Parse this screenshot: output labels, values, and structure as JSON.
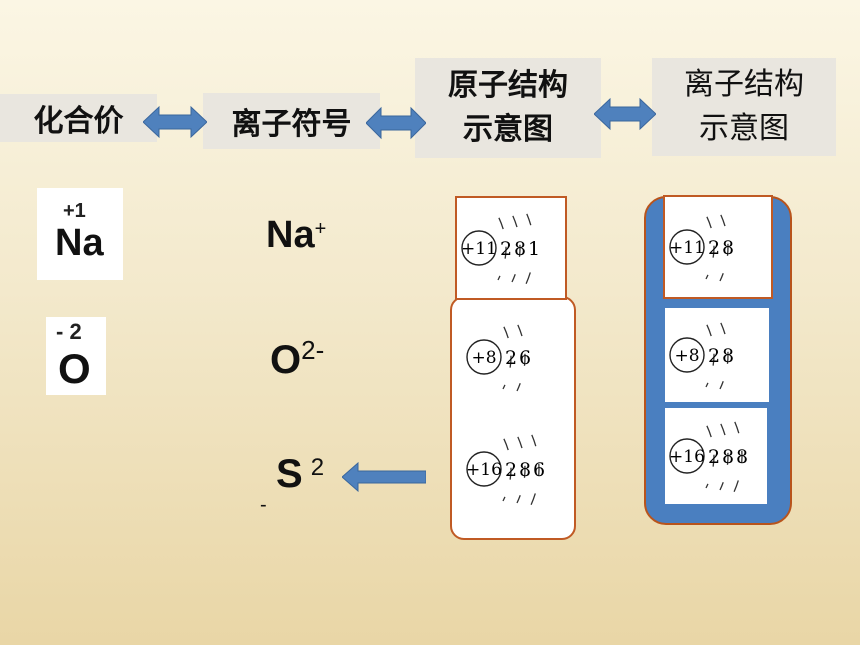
{
  "headers": {
    "valence": "化合价",
    "ion_symbol": "离子符号",
    "atom_structure": [
      "原子结构",
      "示意图"
    ],
    "ion_structure": [
      "离子结构",
      "示意图"
    ]
  },
  "valence": [
    {
      "charge": "+1",
      "element": "Na"
    },
    {
      "charge": "- 2",
      "element": "O"
    }
  ],
  "ions": [
    {
      "symbol": "Na",
      "charge": "+"
    },
    {
      "symbol": "O",
      "charge": "2-"
    },
    {
      "symbol": "S",
      "charge": "2",
      "minus": "-"
    }
  ],
  "atom_diagrams": [
    {
      "nucleus": "+11",
      "shells": [
        "2",
        "8",
        "1"
      ]
    },
    {
      "nucleus": "+8",
      "shells": [
        "2",
        "6"
      ]
    },
    {
      "nucleus": "+16",
      "shells": [
        "2",
        "8",
        "6"
      ]
    }
  ],
  "ion_diagrams": [
    {
      "nucleus": "+11",
      "shells": [
        "2",
        "8"
      ]
    },
    {
      "nucleus": "+8",
      "shells": [
        "2",
        "8"
      ]
    },
    {
      "nucleus": "+16",
      "shells": [
        "2",
        "8",
        "8"
      ]
    }
  ],
  "colors": {
    "arrow": "#4f81bd",
    "frame": "#c05a24",
    "blue_panel": "#4a7fc0"
  }
}
